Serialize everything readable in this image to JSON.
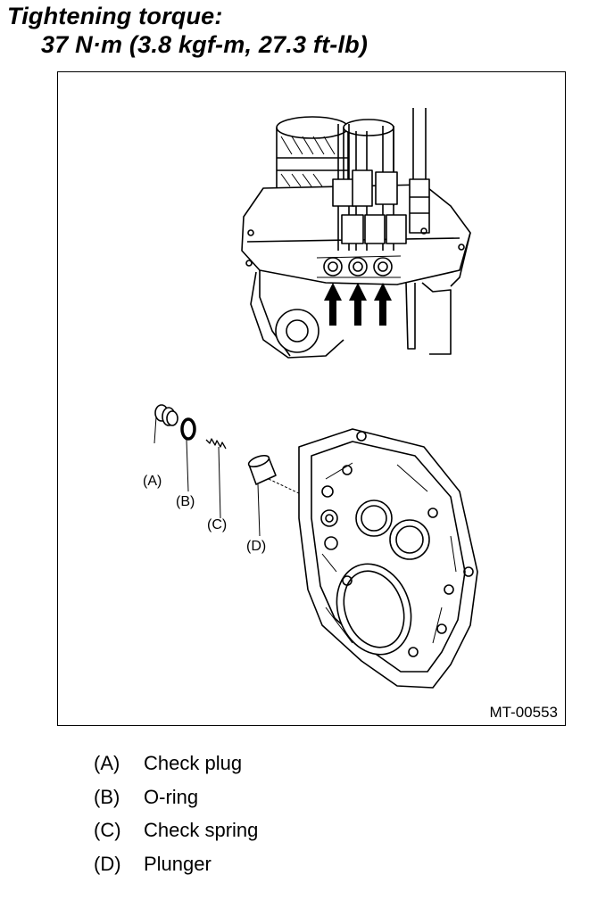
{
  "heading": {
    "line1": "Tightening torque:",
    "line2": "37 N·m (3.8 kgf-m, 27.3 ft-lb)"
  },
  "figure": {
    "id": "MT-00553",
    "callouts": [
      "(A)",
      "(B)",
      "(C)",
      "(D)"
    ]
  },
  "legend": [
    {
      "key": "(A)",
      "text": "Check plug"
    },
    {
      "key": "(B)",
      "text": "O-ring"
    },
    {
      "key": "(C)",
      "text": "Check spring"
    },
    {
      "key": "(D)",
      "text": "Plunger"
    }
  ]
}
